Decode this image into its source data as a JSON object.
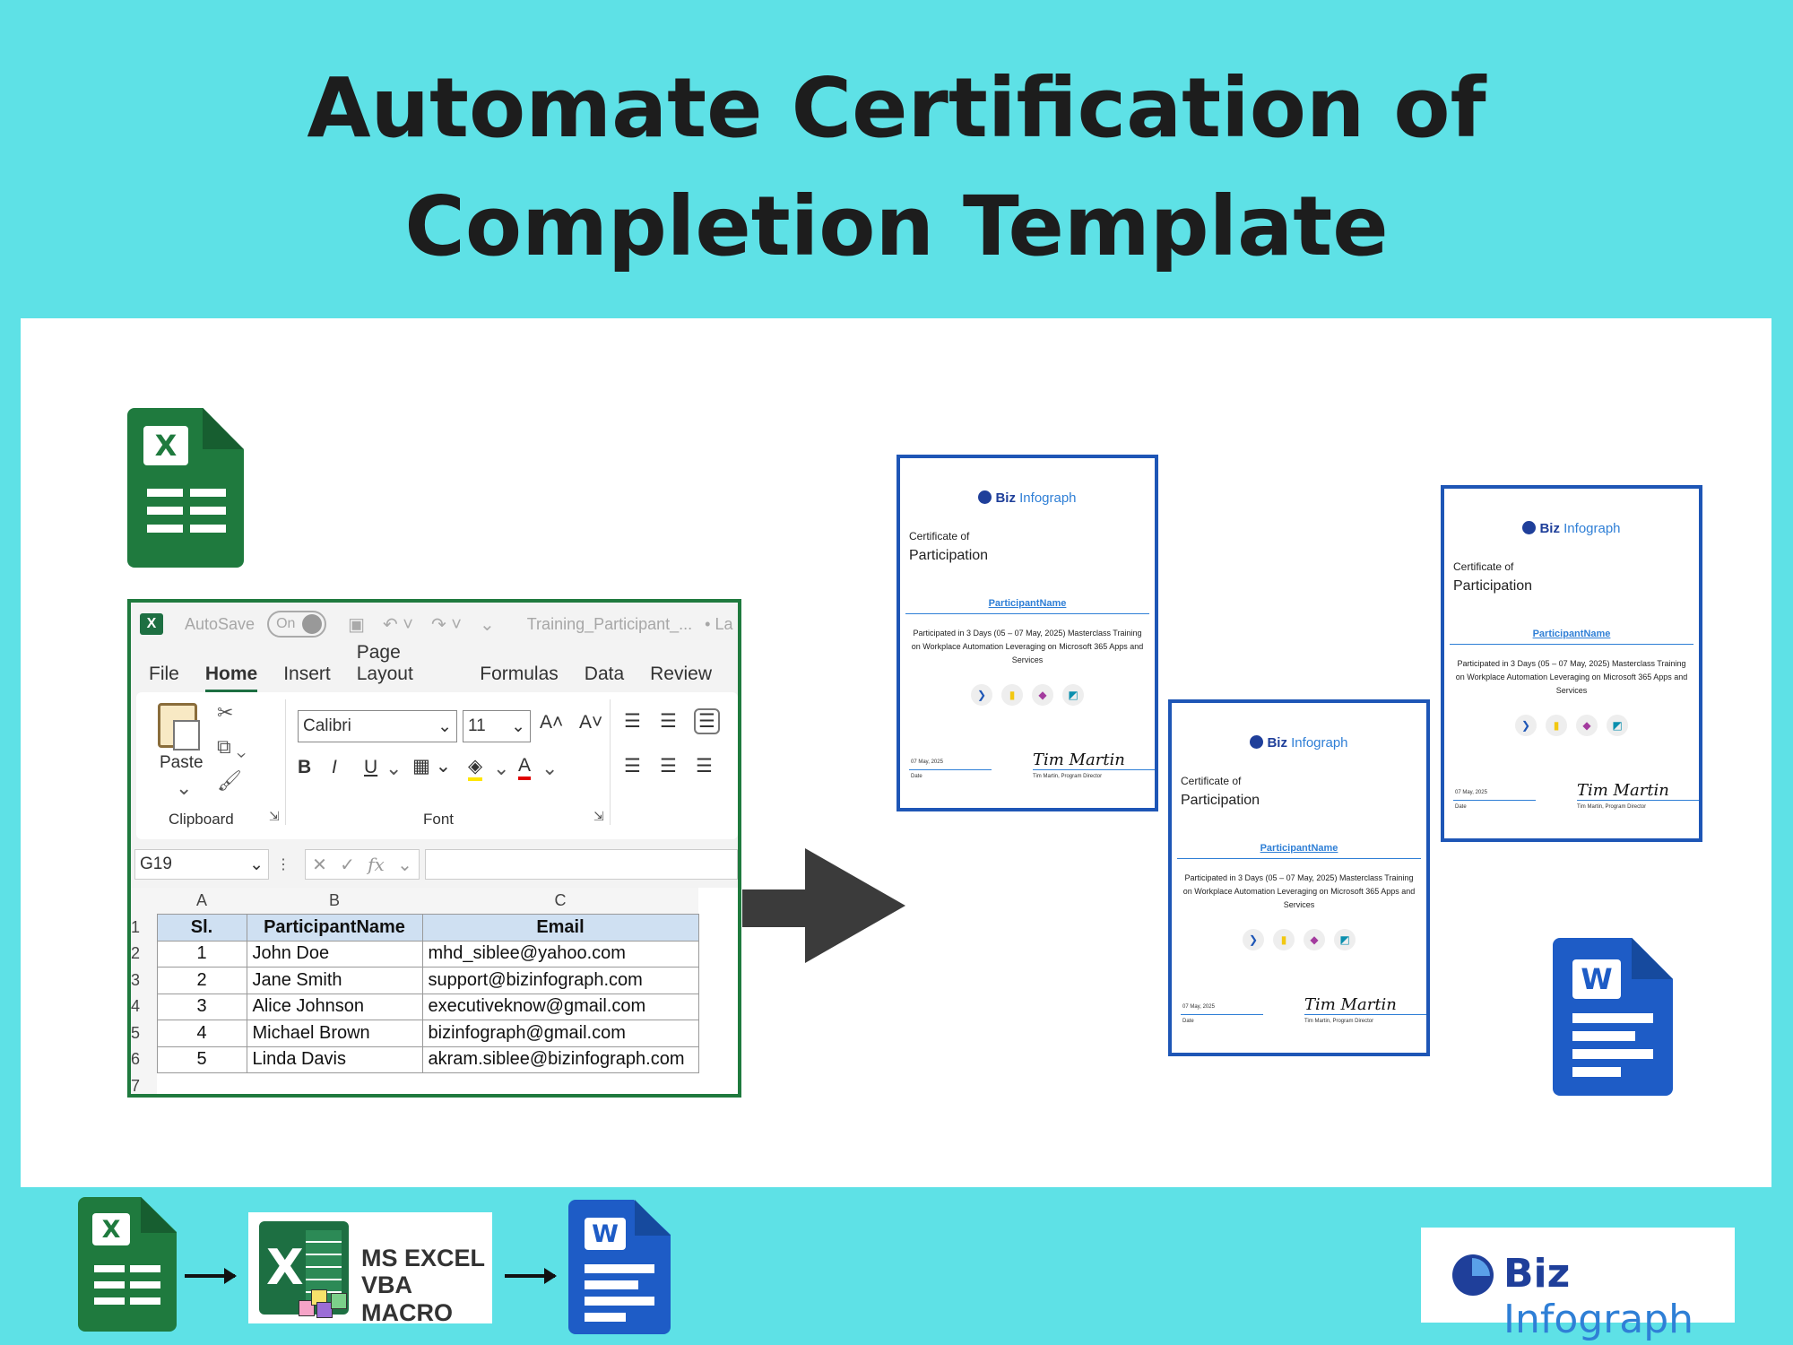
{
  "title": {
    "line1": "Automate Certification of",
    "line2": "Completion Template"
  },
  "excel": {
    "app_icon": "X",
    "autosave_label": "AutoSave",
    "autosave_state": "On",
    "filename": "Training_Participant_...",
    "filename_tail": "• La",
    "menu": [
      "File",
      "Home",
      "Insert",
      "Page Layout",
      "Formulas",
      "Data",
      "Review"
    ],
    "active_menu": "Home",
    "paste_label": "Paste",
    "clipboard_label": "Clipboard",
    "font_group_label": "Font",
    "font_name": "Calibri",
    "font_size": "11",
    "bold": "B",
    "italic": "I",
    "underline": "U",
    "name_box": "G19",
    "fx_label": "fx",
    "columns": [
      "A",
      "B",
      "C"
    ],
    "headers": [
      "Sl.",
      "ParticipantName",
      "Email"
    ],
    "rows": [
      [
        "1",
        "John Doe",
        "mhd_siblee@yahoo.com"
      ],
      [
        "2",
        "Jane Smith",
        "support@bizinfograph.com"
      ],
      [
        "3",
        "Alice Johnson",
        "executiveknow@gmail.com"
      ],
      [
        "4",
        "Michael Brown",
        "bizinfograph@gmail.com"
      ],
      [
        "5",
        "Linda Davis",
        "akram.siblee@bizinfograph.com"
      ]
    ],
    "row_numbers": [
      "1",
      "2",
      "3",
      "4",
      "5",
      "6",
      "7"
    ]
  },
  "certificate": {
    "brand1": "Biz",
    "brand2": "Infograph",
    "line1": "Certificate of",
    "line2": "Participation",
    "participant": "ParticipantName",
    "description": "Participated in 3 Days (05 – 07 May, 2025) Masterclass Training on Workplace Automation Leveraging on Microsoft 365 Apps and Services",
    "date": "07 May, 2025",
    "date_label": "Date",
    "signature": "Tim Martin",
    "signer": "Tim Martin, Program Director"
  },
  "icons": {
    "excel_top": "excel-file-icon",
    "word_right": "word-file-icon",
    "excel_letter": "X",
    "word_letter": "W"
  },
  "vba": {
    "line1": "MS EXCEL",
    "line2": "VBA MACRO",
    "letter": "X"
  },
  "logo": {
    "part1": "Biz",
    "part2": "Infograph"
  },
  "colors": {
    "background": "#5ee1e6",
    "excel_green": "#1d6f42",
    "word_blue": "#1e5cc6",
    "cert_border": "#1e56b6"
  }
}
